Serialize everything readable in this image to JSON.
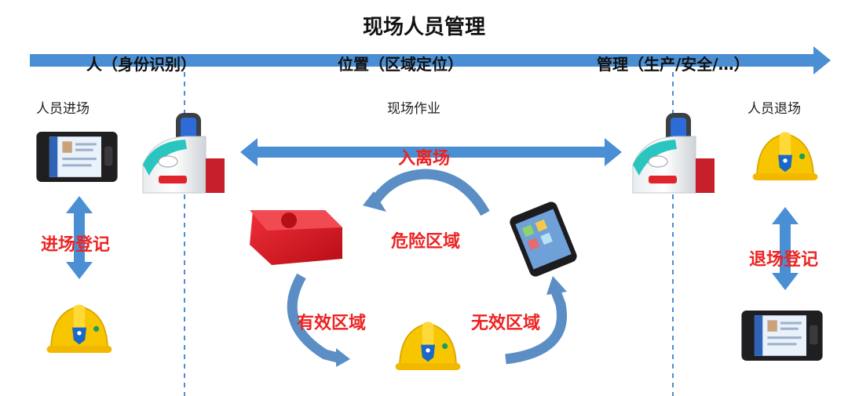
{
  "title": "现场人员管理",
  "phases": [
    "人（身份识别）",
    "位置（区域定位）",
    "管理（生产/安全/…）"
  ],
  "stages": {
    "entry": "人员进场",
    "work": "现场作业",
    "exit": "人员退场"
  },
  "actions": {
    "entry_register": "进场登记",
    "exit_register": "退场登记",
    "in_out": "入离场"
  },
  "zones": {
    "danger": "危险区域",
    "valid": "有效区域",
    "invalid": "无效区域"
  },
  "colors": {
    "arrow": "#4a8fd4",
    "accent_red": "#ee2222",
    "helmet": "#f7c600",
    "device_red": "#d9141e"
  }
}
